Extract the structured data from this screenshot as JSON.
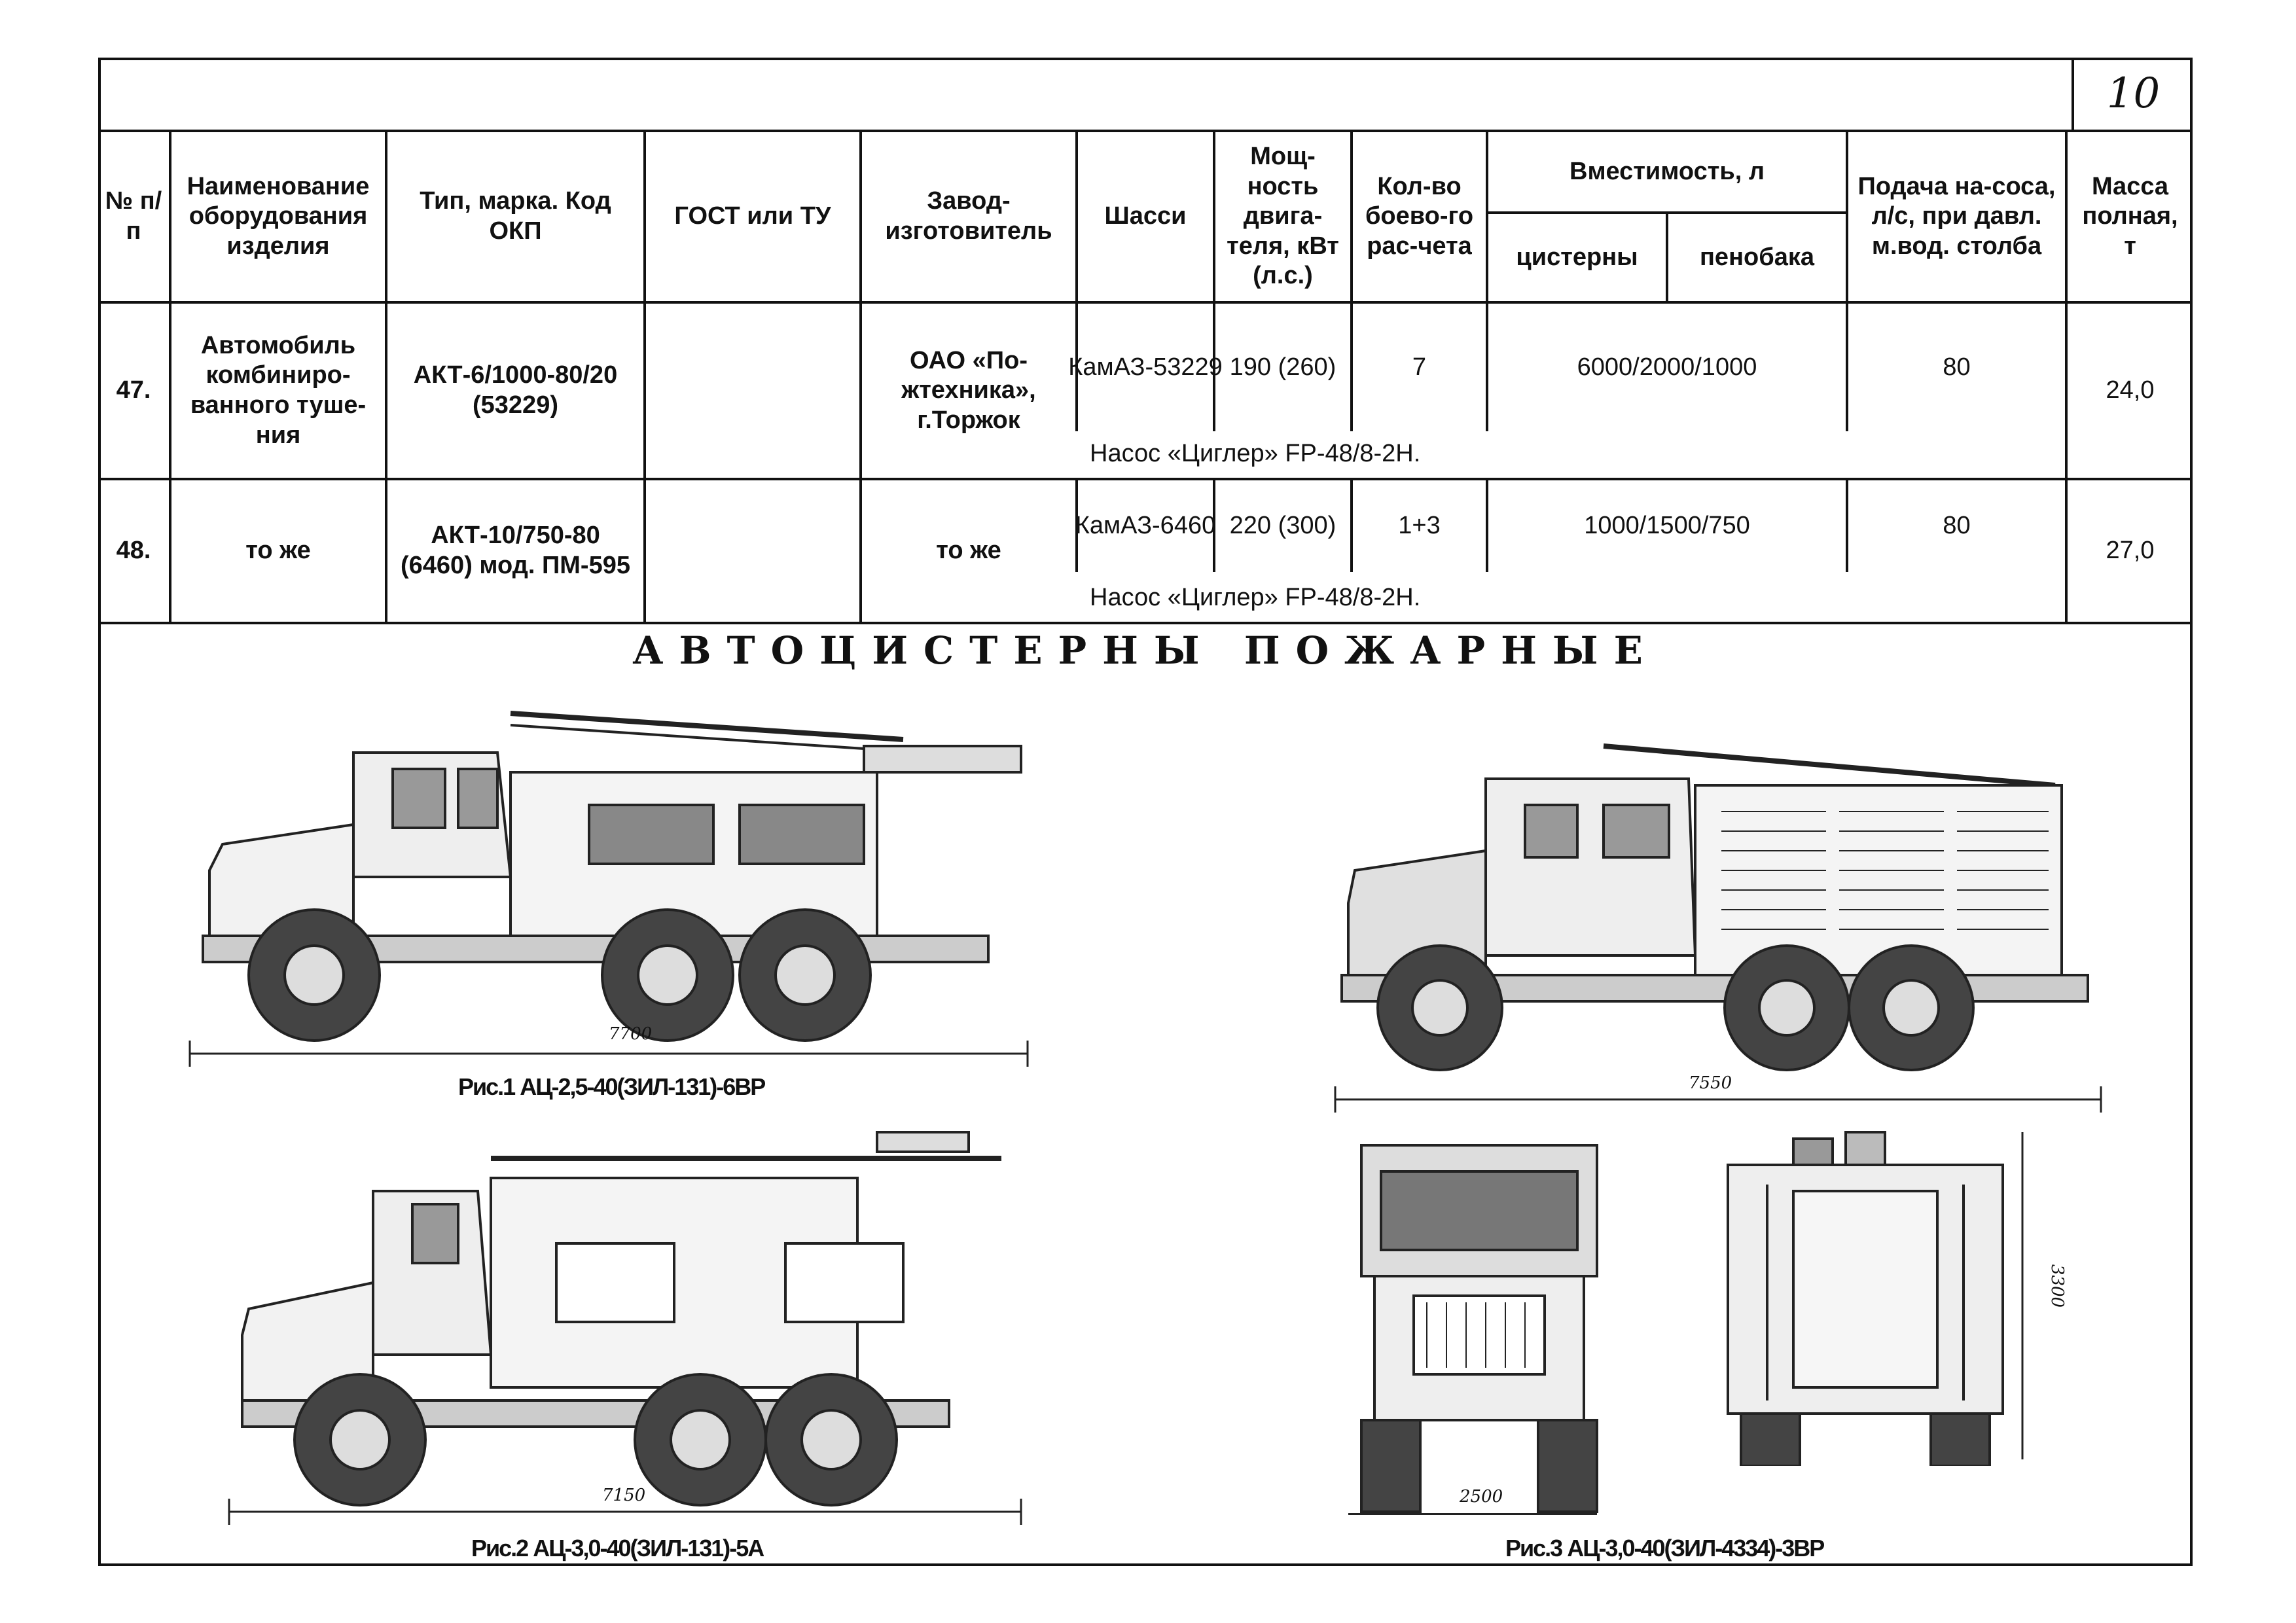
{
  "page_number": "10",
  "headers": {
    "num": "№ п/п",
    "name": "Наименование оборудования изделия",
    "type": "Тип, марка. Код ОКП",
    "gost": "ГОСТ или ТУ",
    "maker": "Завод-изготовитель",
    "chassis": "Шасси",
    "power": "Мощ-ность двига-теля, кВт (л.с.)",
    "crew": "Кол-во боево-го рас-чета",
    "capacity": "Вместимость, л",
    "tank": "цистерны",
    "foam": "пенобака",
    "pump": "Подача на-соса, л/с, при давл. м.вод. столба",
    "mass": "Масса полная, т"
  },
  "rows": [
    {
      "num": "47.",
      "name": "Автомобиль комбиниро-ванного туше-ния",
      "type": "АКТ-6/1000-80/20 (53229)",
      "gost": "",
      "maker": "ОАО «По-жтехника», г.Торжок",
      "chassis": "КамАЗ-53229",
      "power": "190 (260)",
      "crew": "7",
      "capacity": "6000/2000/1000",
      "pump": "80",
      "mass": "24,0",
      "note": "Насос «Циглер» FP-48/8-2Н."
    },
    {
      "num": "48.",
      "name": "то же",
      "type": "АКТ-10/750-80 (6460) мод. ПМ-595",
      "gost": "",
      "maker": "то же",
      "chassis": "КамАЗ-6460",
      "power": "220 (300)",
      "crew": "1+3",
      "capacity": "1000/1500/750",
      "pump": "80",
      "mass": "27,0",
      "note": "Насос «Циглер» FP-48/8-2Н."
    }
  ],
  "section_title": "АВТОЦИСТЕРНЫ ПОЖАРНЫЕ",
  "figures": {
    "fig1": {
      "caption": "Рис.1 АЦ-2,5-40(ЗИЛ-131)-6ВР",
      "dimension": "7700"
    },
    "fig2": {
      "caption": "Рис.2 АЦ-3,0-40(ЗИЛ-131)-5А",
      "dimension": "7150"
    },
    "fig3": {
      "caption": "Рис.3 АЦ-3,0-40(ЗИЛ-4334)-3ВР",
      "dimension_side": "7550",
      "dimension_width": "2500",
      "dimension_height": "3300"
    }
  }
}
